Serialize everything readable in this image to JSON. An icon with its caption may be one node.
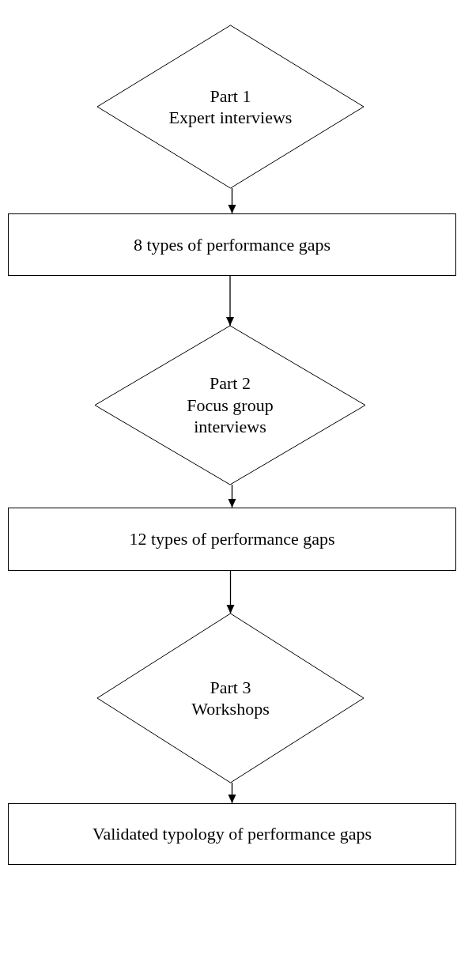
{
  "diagram": {
    "nodes": [
      {
        "text": [
          "Part 1",
          "Expert interviews"
        ]
      },
      {
        "text": [
          "8 types of performance gaps"
        ]
      },
      {
        "text": [
          "Part 2",
          "Focus group interviews"
        ]
      },
      {
        "text": [
          "12 types of performance gaps"
        ]
      },
      {
        "text": [
          "Part 3",
          "Workshops"
        ]
      },
      {
        "text": [
          "Validated typology of performance gaps"
        ]
      }
    ],
    "edges": [
      {
        "from": 0,
        "to": 1,
        "arrow": "to"
      },
      {
        "from": 1,
        "to": 2,
        "arrow": "to"
      },
      {
        "from": 2,
        "to": 3,
        "arrow": "to"
      },
      {
        "from": 3,
        "to": 4,
        "arrow": "to"
      },
      {
        "from": 4,
        "to": 5,
        "arrow": "to"
      }
    ]
  }
}
